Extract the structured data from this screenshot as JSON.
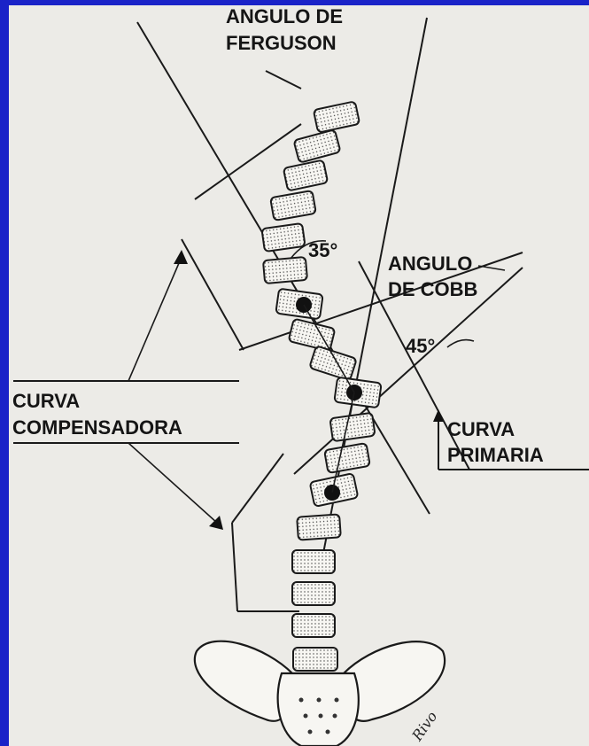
{
  "labels": {
    "ferguson_line1": "ANGULO DE",
    "ferguson_line2": "FERGUSON",
    "angle_35": "35°",
    "cobb_line1": "ANGULO",
    "cobb_line2": "DE COBB",
    "angle_45": "45°",
    "compensadora_line1": "CURVA",
    "compensadora_line2": "COMPENSADORA",
    "primaria_line1": "CURVA",
    "primaria_line2": "PRIMARIA",
    "signature": "Rivo"
  },
  "colors": {
    "background": "#1a23c8",
    "paper": "#ecebe7",
    "ink": "#1a1a1a",
    "bone": "#f7f6f2"
  }
}
